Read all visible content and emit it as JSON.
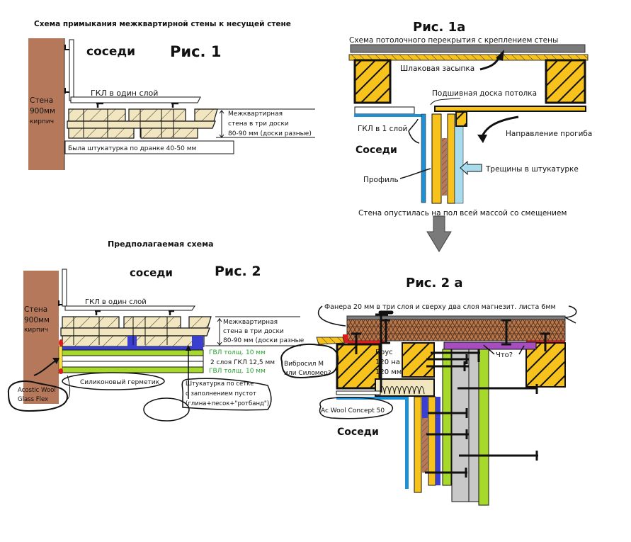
{
  "fig1": {
    "title": "Схема примыкания межквартирной стены к несущей стене",
    "label": "Рис. 1",
    "neighbors": "соседи",
    "wall": [
      "Стена",
      "900мм",
      "кирпич"
    ],
    "gkl": "ГКЛ в один слой",
    "partition": [
      "Межквартирная",
      "стена в три доски",
      "80-90 мм (доски разные)"
    ],
    "plaster": "Была штукатурка по дранке 40-50 мм"
  },
  "fig1a": {
    "label": "Рис. 1а",
    "title": "Схема потолочного перекрытия с креплением стены",
    "slag": "Шлаковая засыпка",
    "ceiling_board": "Подшивная доска потолка",
    "gkl": "ГКЛ в 1 слой",
    "neighbors": "Соседи",
    "deflection": "Направление прогиба",
    "cracks": "Трещины в штукатурке",
    "profile": "Профиль",
    "note": "Стена опустилась на пол всей массой со смещением"
  },
  "fig2": {
    "title": "Предполагаемая схема",
    "label": "Рис. 2",
    "neighbors": "соседи",
    "wall": [
      "Стена",
      "900мм",
      "кирпич"
    ],
    "gkl": "ГКЛ в один слой",
    "partition": [
      "Межквартирная",
      "стена в три доски",
      "80-90 мм (доски разные"
    ],
    "gvl_top": "ГВЛ толщ. 10 мм",
    "gkl_layers": "2 слоя ГКЛ 12,5 мм",
    "gvl_bottom": "ГВЛ толщ. 10 мм",
    "wool": [
      "Acostic Wool",
      "Glass Flex"
    ],
    "sealant": "Силиконовый герметик",
    "mesh_plaster": [
      "Штукатурка по сетке",
      "с заполнением пустот",
      "(глина+песок+\"ротбанд\")"
    ]
  },
  "fig2a": {
    "label": "Рис. 2 а",
    "plywood": "Фанера 20 мм в три слоя и сверху два слоя магнезит. листа 6мм",
    "vibro": [
      "Вибросил М",
      "или Силомер?"
    ],
    "beam": [
      "Брус",
      "120 на",
      "120 мм"
    ],
    "what": "Что?",
    "ac_wool": "Ac Wool Concept 50",
    "neighbors": "Соседи"
  },
  "colors": {
    "brick": "#b5785a",
    "wood_light": "#f1e6bf",
    "wood_yellow": "#f7c21b",
    "gkl_blue": "#1e90d6",
    "light_blue": "#a8dcec",
    "gvl_green": "#a6d92c",
    "gvl_text": "#22a02a",
    "purple_blue": "#3b3fd0",
    "plywood": "#b8784c",
    "red": "#e01b1b",
    "violet": "#a64dc0",
    "gray": "#c8c8c8",
    "dark_gray": "#7a7a7a"
  }
}
